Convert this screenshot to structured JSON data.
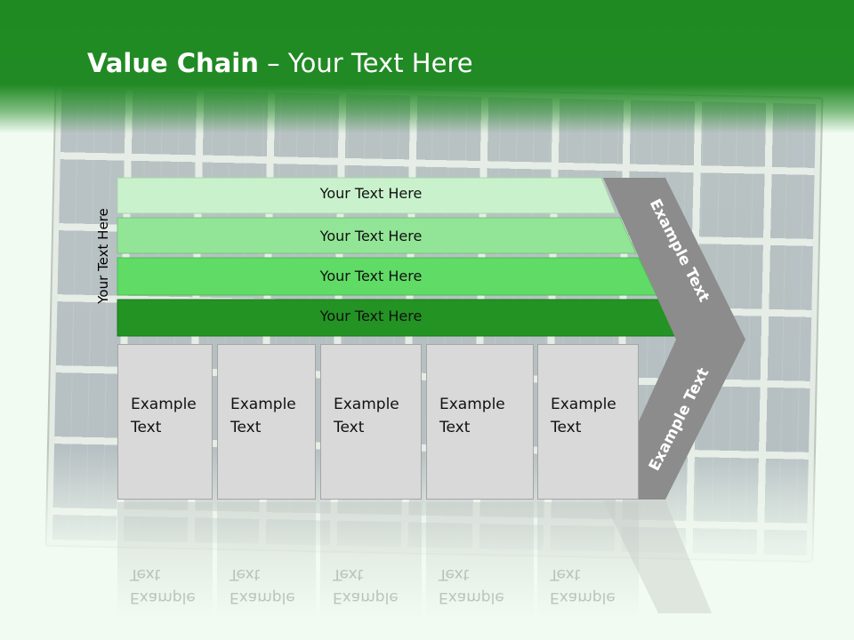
{
  "slide": {
    "title_bold": "Value Chain",
    "title_rest": " – Your Text Here",
    "side_label": "Your Text Here",
    "bars": [
      {
        "label": "Your Text Here",
        "color": "#c9f2cc"
      },
      {
        "label": "Your Text Here",
        "color": "#92e596"
      },
      {
        "label": "Your Text Here",
        "color": "#5fdb66"
      },
      {
        "label": "Your Text Here",
        "color": "#239323"
      }
    ],
    "boxes": [
      {
        "text": "Example Text"
      },
      {
        "text": "Example Text"
      },
      {
        "text": "Example Text"
      },
      {
        "text": "Example Text"
      },
      {
        "text": "Example Text"
      }
    ],
    "chevron": {
      "upper_text": "Example Text",
      "lower_text": "Example Text",
      "color": "#8c8c8c"
    }
  }
}
